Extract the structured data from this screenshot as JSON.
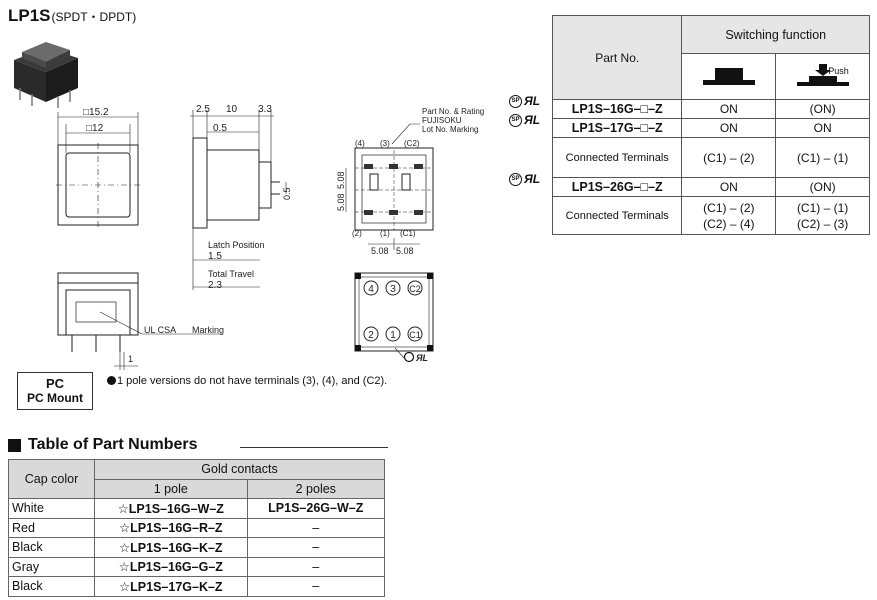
{
  "header": {
    "title": "LP1S",
    "subtitle": "(SPDT・DPDT)"
  },
  "drawing": {
    "dims_front": [
      "□15.2",
      "□12"
    ],
    "dims_side": [
      "2.5",
      "10",
      "3.3",
      "0.5",
      "0.5"
    ],
    "latch_position": "Latch Position",
    "latch_value": "1.5",
    "total_travel": "Total Travel",
    "travel_value": "2.3",
    "marking_lines": [
      "Part No. & Rating",
      "FUJISOKU",
      "Lot  No.   Marking"
    ],
    "pin_labels_top": [
      "(4)",
      "(3)",
      "(C2)"
    ],
    "pin_labels_bottom": [
      "(2)",
      "(1)",
      "(C1)"
    ],
    "pitch_v": [
      "5.08",
      "5.08"
    ],
    "pitch_h": [
      "5.08",
      "5.08"
    ],
    "ul_csa_marking": "UL CSA",
    "marking": "Marking",
    "lead_dim": "1",
    "bottom_pins_top": [
      "4",
      "3",
      "C2"
    ],
    "bottom_pins_bottom": [
      "2",
      "1",
      "C1"
    ]
  },
  "pc_mount": {
    "line1": "PC",
    "line2": "PC Mount"
  },
  "pole_note": "1 pole versions do not have terminals (3), (4), and (C2).",
  "parts_section": {
    "title": "Table of Part Numbers",
    "cap_color_header": "Cap color",
    "gold_contacts_header": "Gold contacts",
    "pole1_header": "1 pole",
    "pole2_header": "2 poles",
    "rows": [
      {
        "color": "White",
        "pole1": "☆LP1S–16G–W–Z",
        "pole2": "LP1S–26G–W–Z"
      },
      {
        "color": "Red",
        "pole1": "☆LP1S–16G–R–Z",
        "pole2": "–"
      },
      {
        "color": "Black",
        "pole1": "☆LP1S–16G–K–Z",
        "pole2": "–"
      },
      {
        "color": "Gray",
        "pole1": "☆LP1S–16G–G–Z",
        "pole2": "–"
      },
      {
        "color": "Black",
        "pole1": "☆LP1S–17G–K–Z",
        "pole2": "–"
      }
    ]
  },
  "switching": {
    "part_no_header": "Part No.",
    "function_header": "Switching function",
    "push_label": "Push",
    "rows": [
      {
        "part": "LP1S–16G–□–Z",
        "released": "ON",
        "pushed": "(ON)"
      },
      {
        "part": "LP1S–17G–□–Z",
        "released": "ON",
        "pushed": "ON"
      },
      {
        "part": "LP1S–26G–□–Z",
        "released": "ON",
        "pushed": "(ON)"
      }
    ],
    "connected_label": "Connected Terminals",
    "conn1": {
      "released": "(C1) – (2)",
      "pushed": "(C1) – (1)"
    },
    "conn2": {
      "released_a": "(C1) – (2)",
      "released_b": "(C2) – (4)",
      "pushed_a": "(C1) – (1)",
      "pushed_b": "(C2) – (3)"
    },
    "cert_csa": "SP",
    "cert_ul": "ЯL"
  }
}
